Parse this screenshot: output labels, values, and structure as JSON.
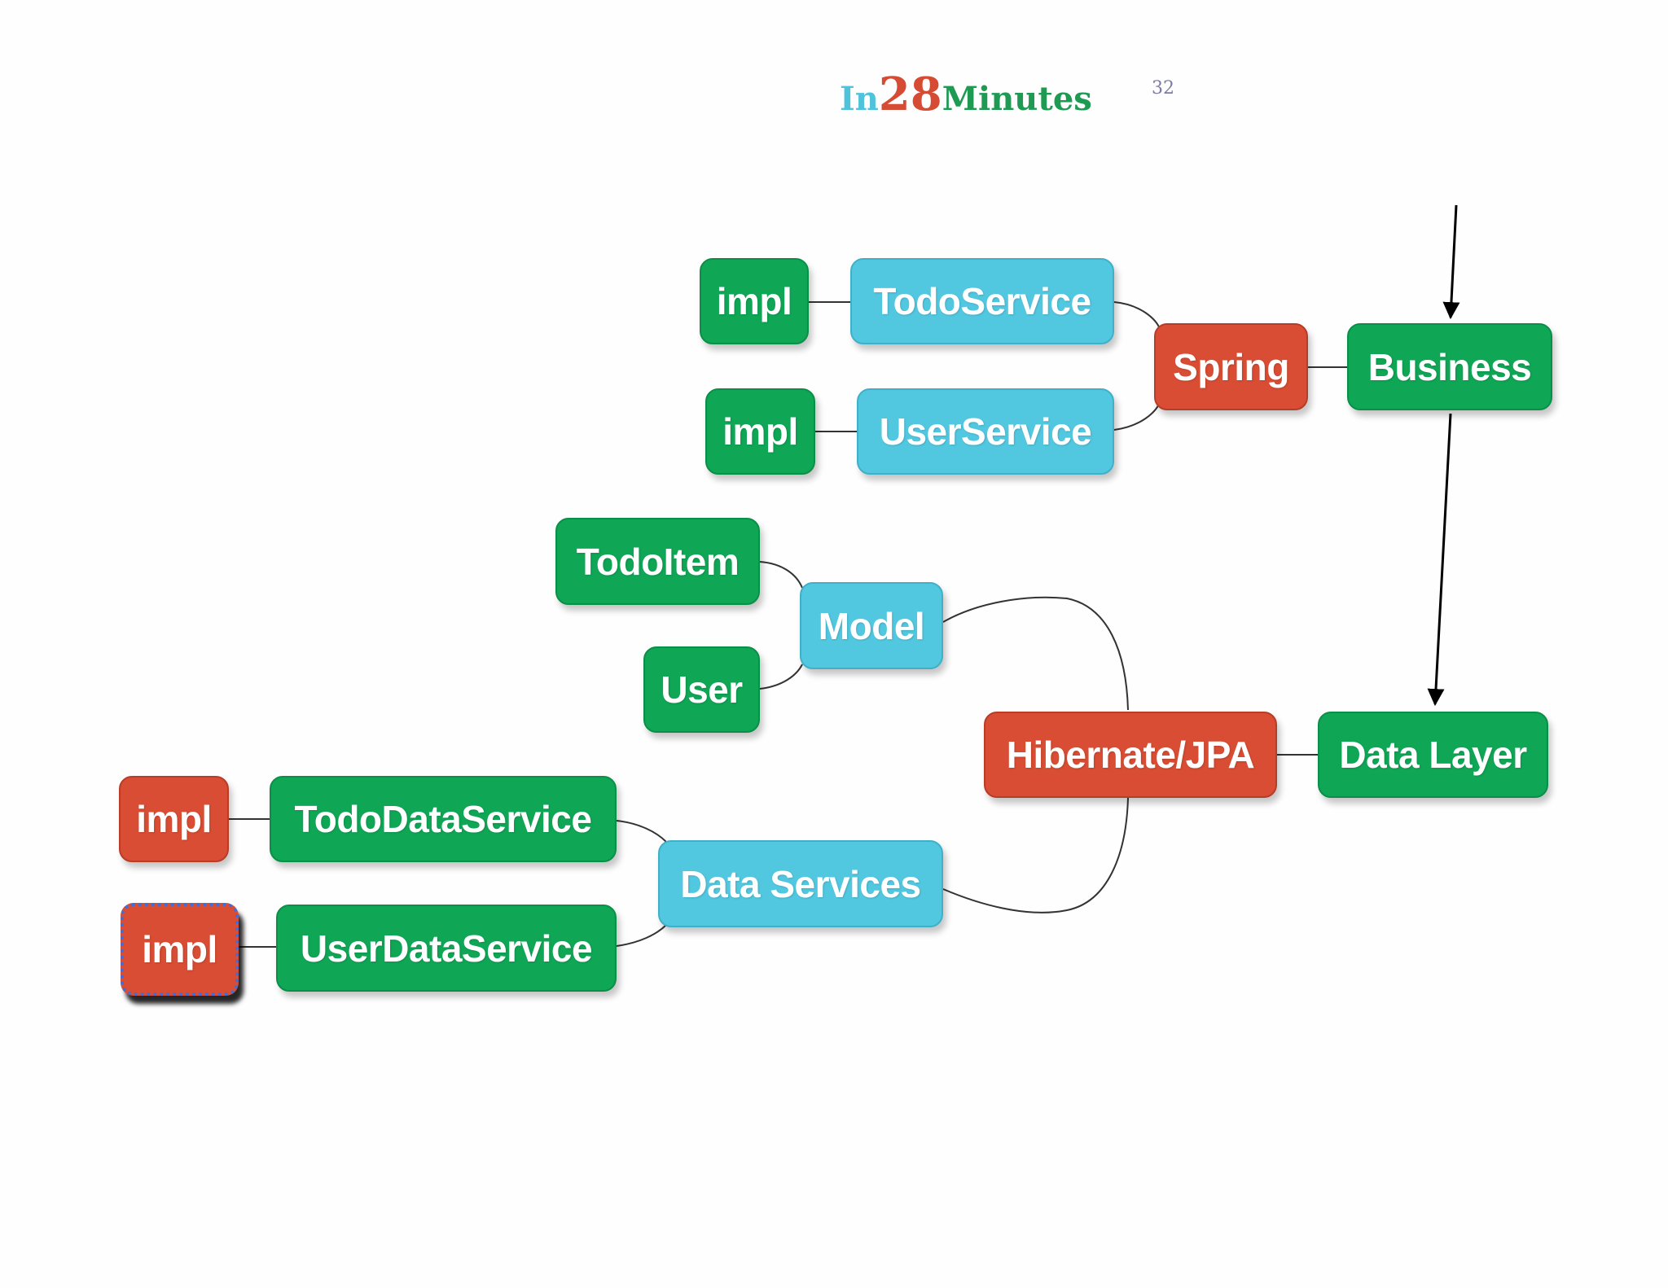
{
  "header": {
    "logo_in": "In",
    "logo_num": "28",
    "logo_minutes": "Minutes",
    "page_number": "32"
  },
  "colors": {
    "green": "#0fa756",
    "blue": "#52c8e0",
    "red": "#d84d33",
    "selection": "#3b6fe0"
  },
  "nodes": {
    "impl_todo_service": "impl",
    "todo_service": "TodoService",
    "impl_user_service": "impl",
    "user_service": "UserService",
    "spring": "Spring",
    "business": "Business",
    "todo_item": "TodoItem",
    "user": "User",
    "model": "Model",
    "hibernate_jpa": "Hibernate/JPA",
    "data_layer": "Data Layer",
    "impl_todo_data_service": "impl",
    "todo_data_service": "TodoDataService",
    "impl_user_data_service": "impl",
    "user_data_service": "UserDataService",
    "data_services": "Data Services"
  }
}
